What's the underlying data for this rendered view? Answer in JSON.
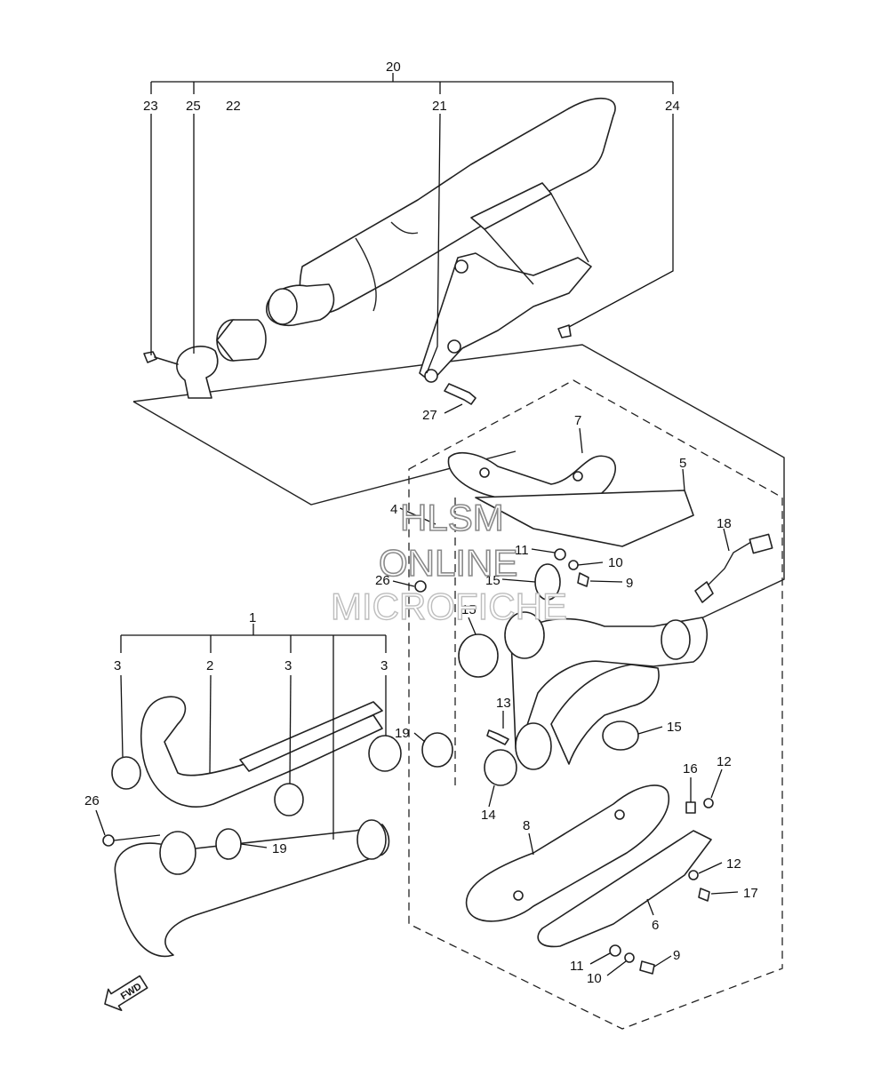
{
  "diagram": {
    "labels": {
      "l20": "20",
      "l23": "23",
      "l25": "25",
      "l22": "22",
      "l21": "21",
      "l24": "24",
      "l27": "27",
      "l7": "7",
      "l5": "5",
      "l4": "4",
      "l18": "18",
      "l11a": "11",
      "l10a": "10",
      "l9a": "9",
      "l26a": "26",
      "l15a": "15",
      "l15b": "15",
      "l1": "1",
      "l3a": "3",
      "l2": "2",
      "l3b": "3",
      "l3c": "3",
      "l19a": "19",
      "l13": "13",
      "l15c": "15",
      "l14": "14",
      "l26b": "26",
      "l19b": "19",
      "l8": "8",
      "l16": "16",
      "l12a": "12",
      "l12b": "12",
      "l17": "17",
      "l6": "6",
      "l11b": "11",
      "l9b": "9",
      "l10b": "10"
    },
    "watermark": {
      "line1": "HLSM",
      "line2": "ONLINE",
      "line3": "MICROFICHE"
    },
    "fwd_label": "FWD"
  }
}
